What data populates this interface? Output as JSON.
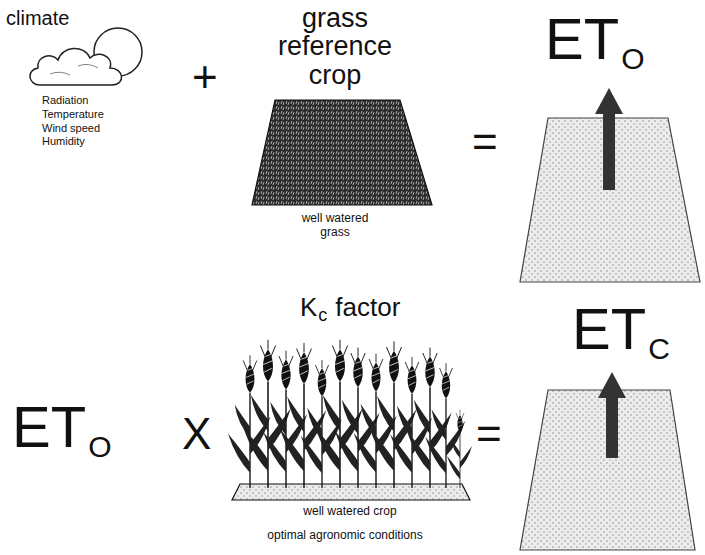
{
  "diagram": {
    "labels": [
      "climate",
      "Radiation Temperature Wind speed Humidity",
      "+",
      "grass reference crop",
      "well watered grass",
      "=",
      "ET",
      "O",
      "K",
      "c",
      "factor",
      "ET",
      "C",
      "ET",
      "O",
      "X",
      "well watered crop",
      "optimal agronomic conditions",
      "="
    ]
  }
}
